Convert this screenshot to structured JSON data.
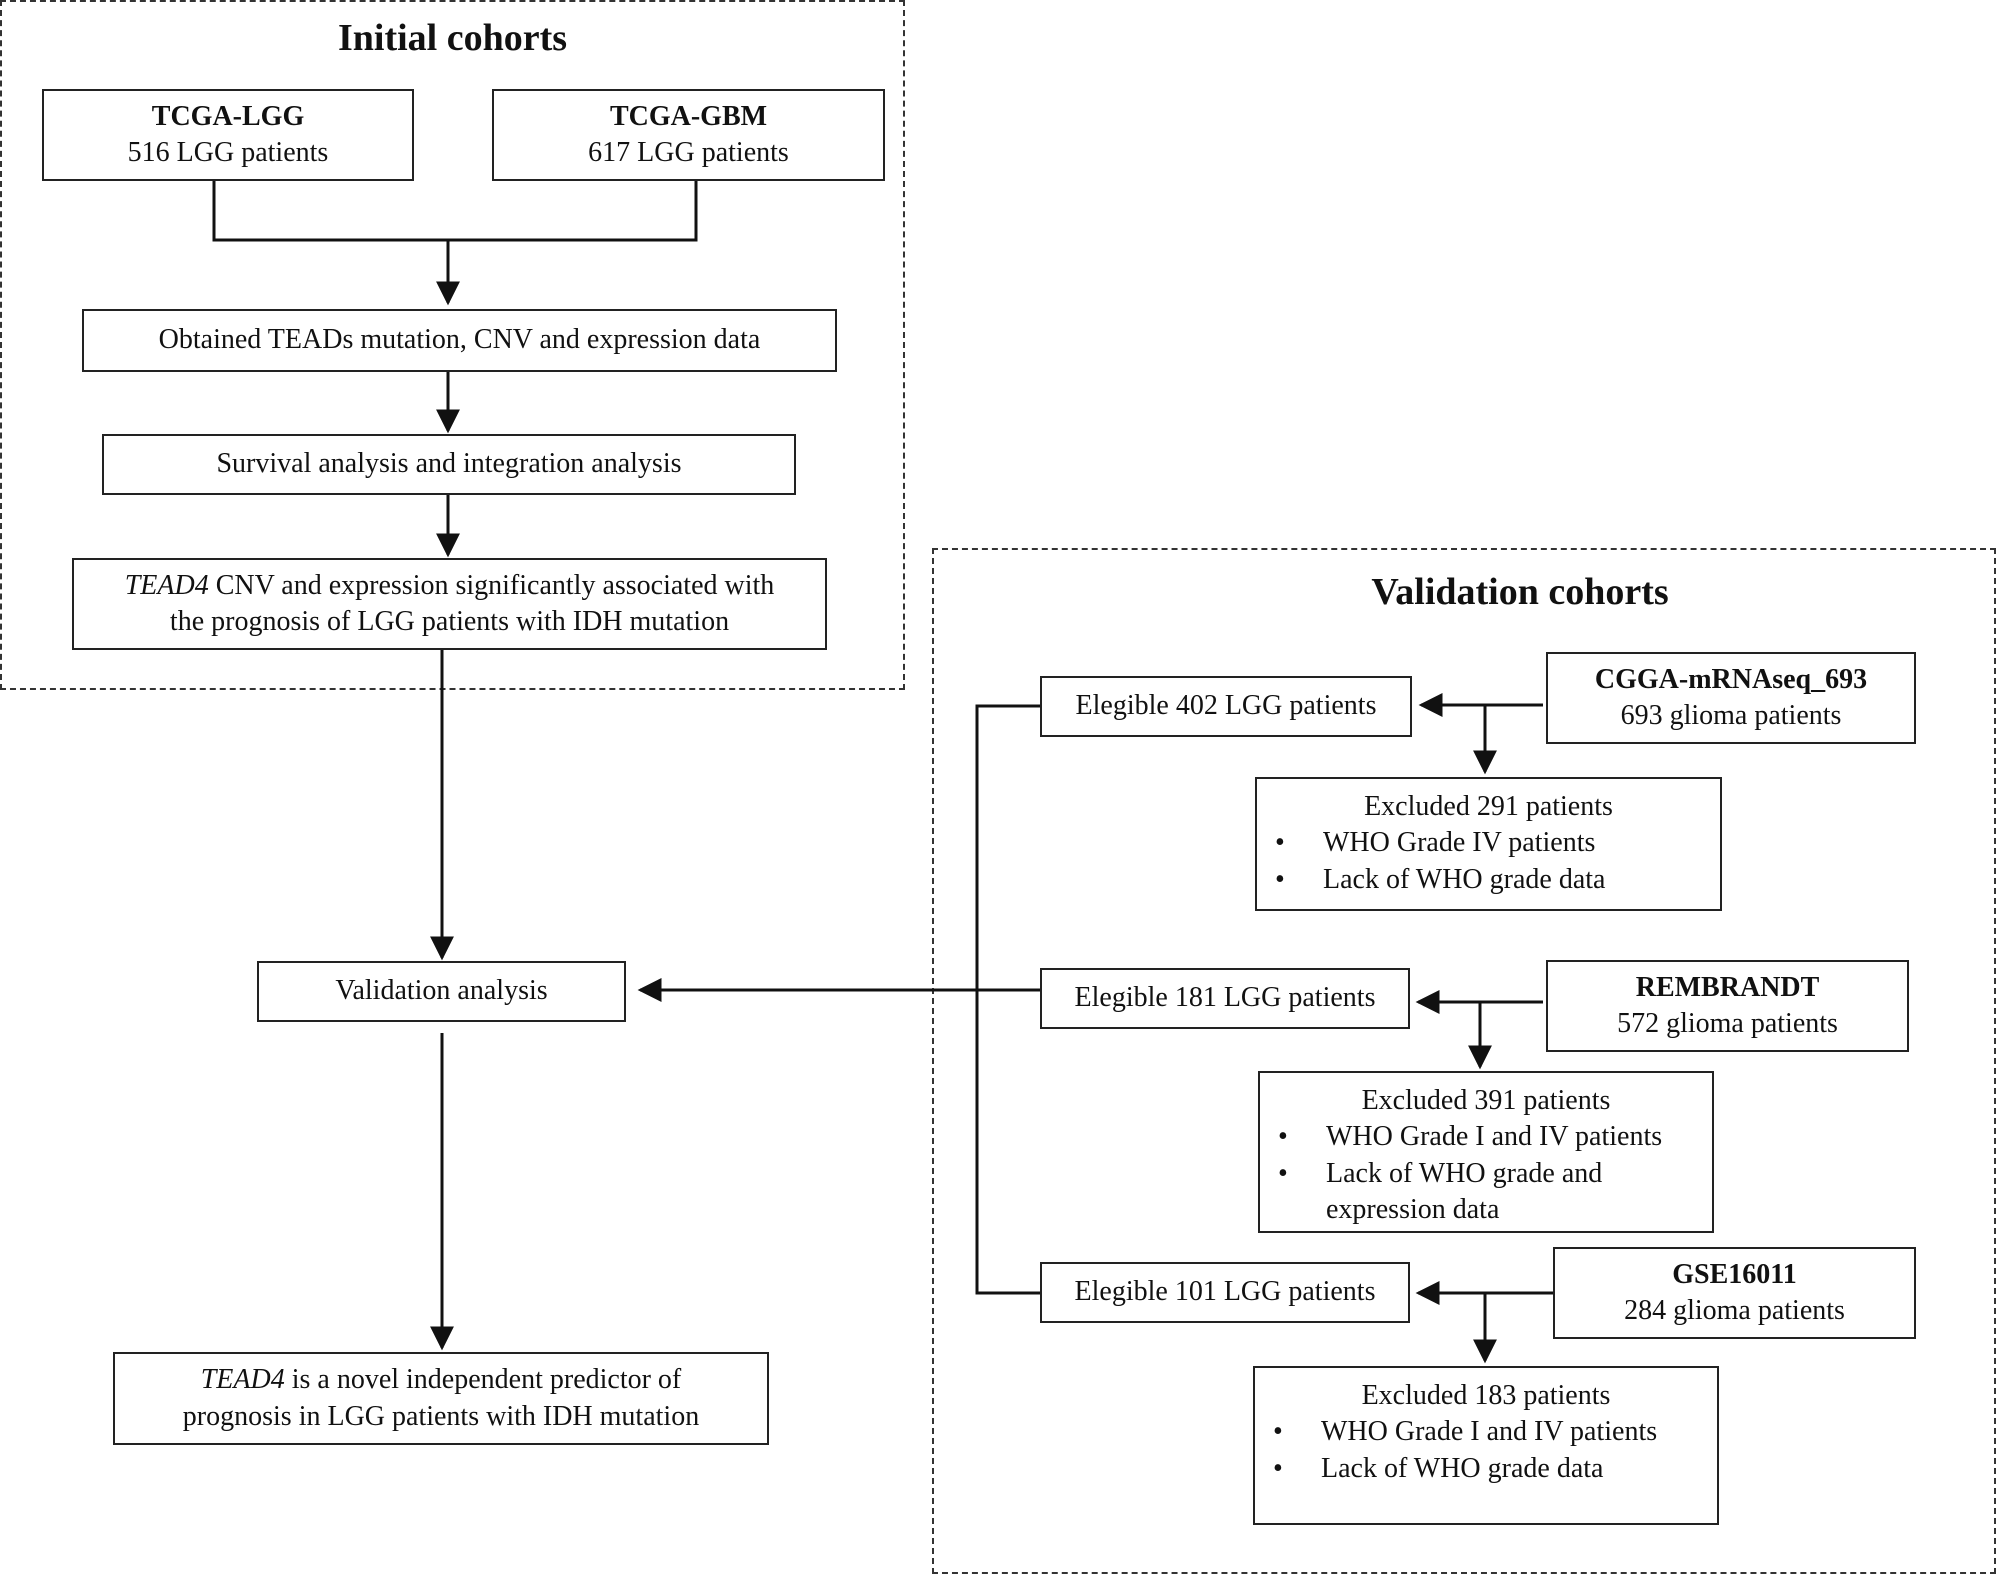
{
  "initial": {
    "title": "Initial cohorts",
    "tcga_lgg": {
      "name": "TCGA-LGG",
      "count": "516 LGG patients"
    },
    "tcga_gbm": {
      "name": "TCGA-GBM",
      "count": "617 LGG patients"
    },
    "obtained": "Obtained TEADs mutation,  CNV and expression data",
    "survival": "Survival  analysis  and integration  analysis",
    "tead4_assoc": {
      "gene": "TEAD4",
      "line1_rest": " CNV and expression significantly  associated with",
      "line2": "the prognosis of LGG patients  with  IDH mutation"
    }
  },
  "validation_analysis": "Validation  analysis",
  "conclusion": {
    "gene": "TEAD4",
    "line1_rest": " is a novel independent predictor of",
    "line2": "prognosis in LGG patients  with  IDH mutation"
  },
  "validation": {
    "title": "Validation cohorts",
    "cohorts": [
      {
        "name": "CGGA-mRNAseq_693",
        "count": "693  glioma  patients",
        "eligible": "Elegible  402 LGG patients",
        "excluded_title": "Excluded 291  patients",
        "bullet": "•",
        "reasons": [
          "WHO Grade IV patients",
          "Lack of WHO grade data"
        ]
      },
      {
        "name": "REMBRANDT",
        "count": "572  glioma  patients",
        "eligible": "Elegible  181  LGG patients",
        "excluded_title": "Excluded 391  patients",
        "bullet": "•",
        "reasons": [
          "WHO Grade I and IV patients",
          "Lack of WHO grade and expression data"
        ]
      },
      {
        "name": "GSE16011",
        "count": "284  glioma  patients",
        "eligible": "Elegible  101 LGG patients",
        "excluded_title": "Excluded 183  patients",
        "bullet": "•",
        "reasons": [
          "WHO Grade I and IV patients",
          "Lack of WHO grade data"
        ]
      }
    ]
  }
}
